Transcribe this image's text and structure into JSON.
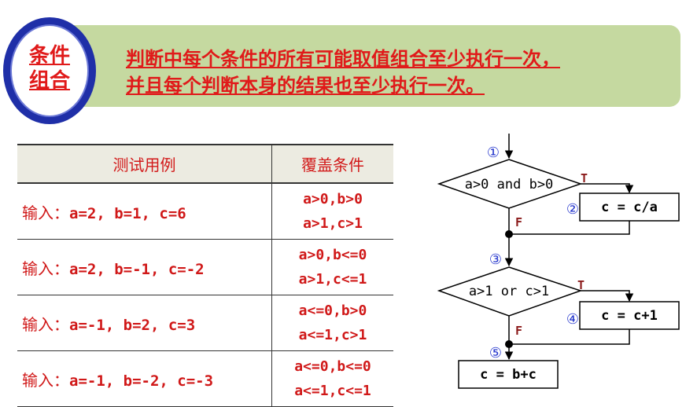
{
  "header": {
    "badge_line1": "条件",
    "badge_line2": "组合",
    "definition_line1": "判断中每个条件的所有可能取值组合至少执行一次，",
    "definition_line2": "并且每个判断本身的结果也至少执行一次。"
  },
  "table": {
    "headers": [
      "测试用例",
      "覆盖条件"
    ],
    "rows": [
      {
        "label": "输入：",
        "input": "a=2, b=1, c=6",
        "cond1": "a>0,b>0",
        "cond2": "a>1,c>1"
      },
      {
        "label": "输入：",
        "input": "a=2, b=-1, c=-2",
        "cond1": "a>0,b<=0",
        "cond2": "a>1,c<=1"
      },
      {
        "label": "输入：",
        "input": "a=-1, b=2, c=3",
        "cond1": "a<=0,b>0",
        "cond2": "a<=1,c>1"
      },
      {
        "label": "输入：",
        "input": "a=-1, b=-2, c=-3",
        "cond1": "a<=0,b<=0",
        "cond2": "a<=1,c<=1"
      }
    ]
  },
  "flowchart": {
    "point1": "①",
    "point2": "②",
    "point3": "③",
    "point4": "④",
    "point5": "⑤",
    "decision1": "a>0 and b>0",
    "decision2": "a>1 or c>1",
    "box1": "c = c/a",
    "box2": "c = c+1",
    "box3": "c = b+c",
    "true_label": "T",
    "false_label": "F"
  },
  "colors": {
    "accent_red": "#e01a1a",
    "banner_green": "#c5d9a0",
    "badge_blue": "#1f2fa8",
    "point_blue": "#2233cc",
    "label_brown": "#8b1a1a"
  }
}
